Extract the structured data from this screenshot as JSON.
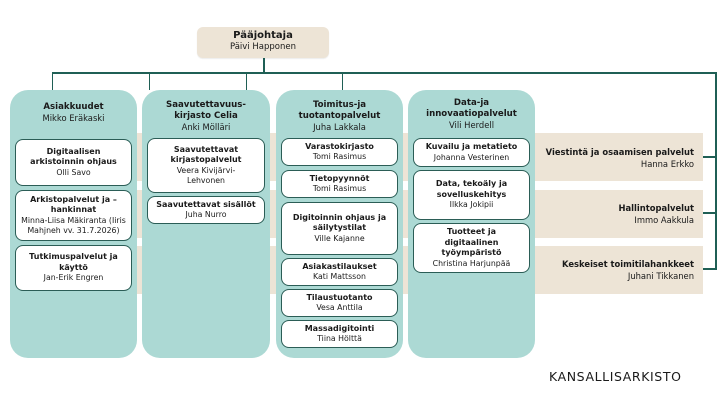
{
  "top": {
    "title": "Pääjohtaja",
    "name": "Päivi Happonen"
  },
  "columns": [
    {
      "title": "Asiakkuudet",
      "name": "Mikko Eräkaski",
      "units": [
        {
          "title": "Digitaalisen arkistoinnin ohjaus",
          "name": "Olli Savo"
        },
        {
          "title": "Arkistopalvelut ja – hankinnat",
          "name": "Minna-Liisa Mäkiranta (Iiris Mahjneh vv. 31.7.2026)"
        },
        {
          "title": "Tutkimuspalvelut ja käyttö",
          "name": "Jan-Erik Engren"
        }
      ]
    },
    {
      "title": "Saavutettavuus-kirjasto Celia",
      "name": "Anki Mölläri",
      "units": [
        {
          "title": "Saavutettavat kirjastopalvelut",
          "name": "Veera Kivijärvi-Lehvonen"
        },
        {
          "title": "Saavutettavat sisällöt",
          "name": "Juha Nurro"
        }
      ]
    },
    {
      "title": "Toimitus-ja tuotantopalvelut",
      "name": "Juha Lakkala",
      "units": [
        {
          "title": "Varastokirjasto",
          "name": "Tomi Rasimus"
        },
        {
          "title": "Tietopyynnöt",
          "name": "Tomi Rasimus"
        },
        {
          "title": "Digitoinnin ohjaus ja säilytystilat",
          "name": "Ville Kajanne"
        },
        {
          "title": "Asiakastilaukset",
          "name": "Kati Mattsson"
        },
        {
          "title": "Tilaustuotanto",
          "name": "Vesa Anttila"
        },
        {
          "title": "Massadigitointi",
          "name": "Tiina Hölttä"
        }
      ]
    },
    {
      "title": "Data-ja innovaatiopalvelut",
      "name": "Vili Herdell",
      "units": [
        {
          "title": "Kuvailu ja metatieto",
          "name": "Johanna Vesterinen"
        },
        {
          "title": "Data, tekoäly ja sovelluskehitys",
          "name": "Ilkka Jokipii"
        },
        {
          "title": "Tuotteet ja digitaalinen työympäristö",
          "name": "Christina Harjunpää"
        }
      ]
    }
  ],
  "staff_units": [
    {
      "title": "Viestintä ja osaamisen palvelut",
      "name": "Hanna Erkko"
    },
    {
      "title": "Hallintopalvelut",
      "name": "Immo Aakkula"
    },
    {
      "title": "Keskeiset toimitilahankkeet",
      "name": "Juhani Tikkanen"
    }
  ],
  "logo": "KANSALLISARKISTO",
  "colors": {
    "teal": "#acd9d4",
    "beige": "#ede4d6",
    "line": "#1f5f55"
  }
}
